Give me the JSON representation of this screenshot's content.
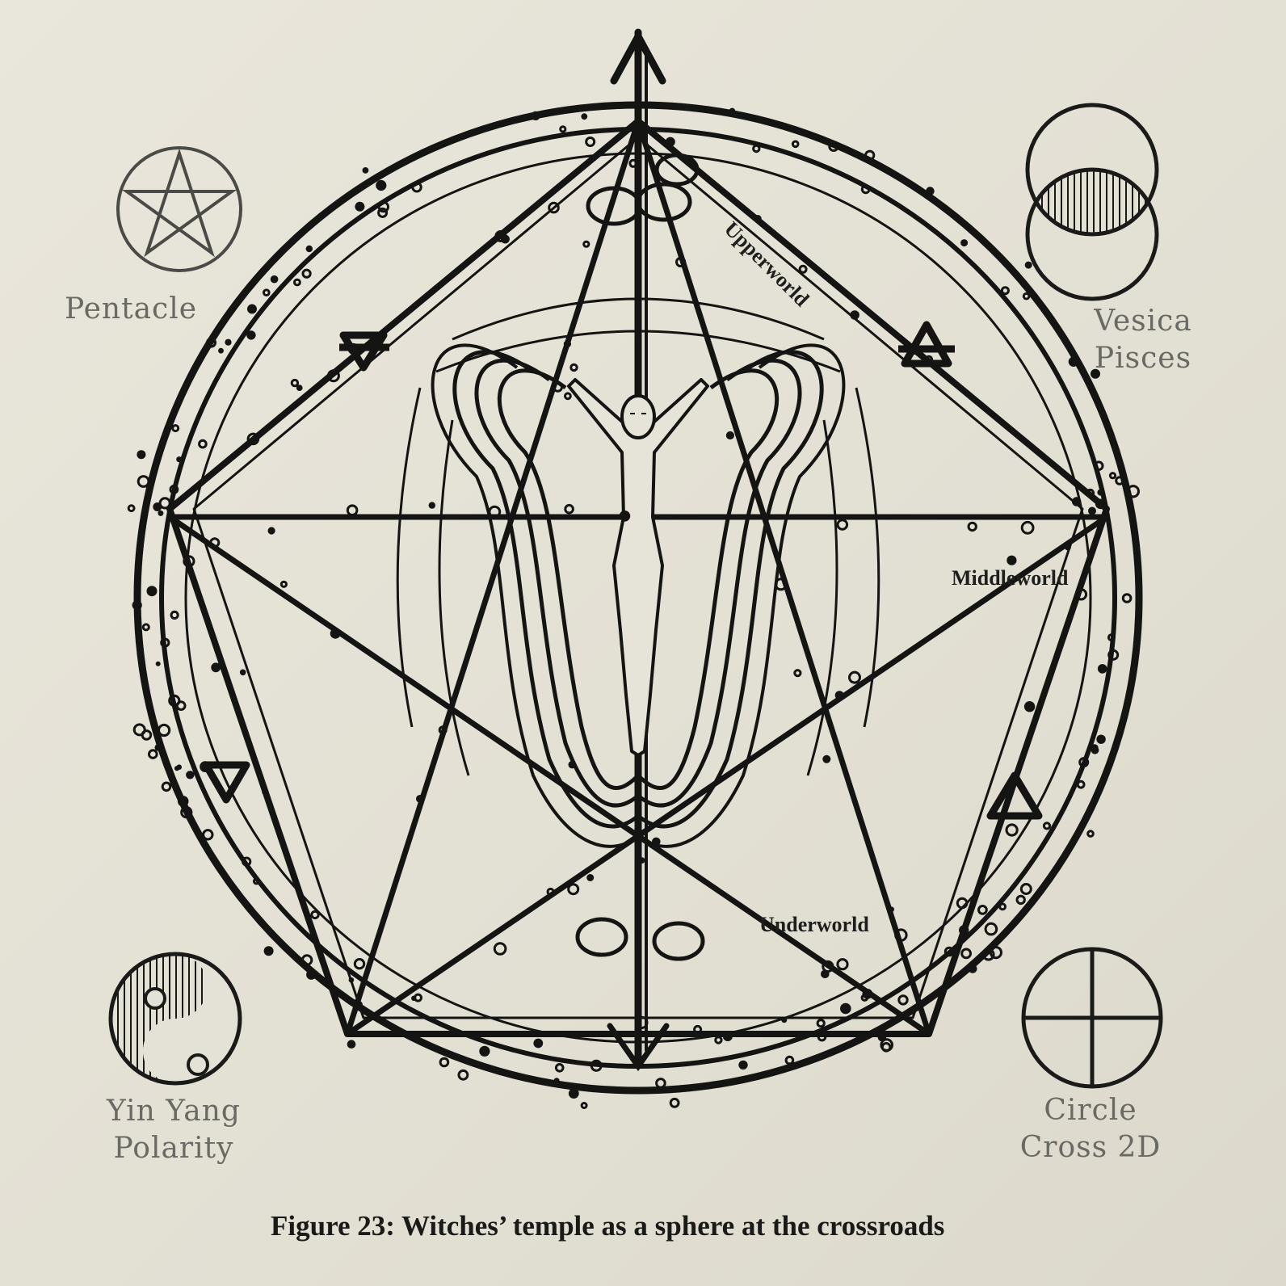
{
  "figure": {
    "caption": "Figure 23: Witches’ temple as a sphere at the crossroads"
  },
  "realms": {
    "upper": "Upperworld",
    "middle": "Middleworld",
    "under": "Underworld"
  },
  "symbols": {
    "pentacle": {
      "label": "Pentacle",
      "icon": "pentacle-icon"
    },
    "vesica": {
      "label_line1": "Vesica",
      "label_line2": "Pisces",
      "icon": "vesica-piscis-icon"
    },
    "yinyang": {
      "label_line1": "Yin Yang",
      "label_line2": "Polarity",
      "icon": "yin-yang-icon"
    },
    "circlecross": {
      "label_line1": "Circle",
      "label_line2": "Cross 2D",
      "icon": "circle-cross-icon"
    }
  },
  "elements": [
    {
      "name": "earth",
      "icon": "earth-symbol-icon"
    },
    {
      "name": "air",
      "icon": "air-symbol-icon"
    },
    {
      "name": "water",
      "icon": "water-symbol-icon"
    },
    {
      "name": "fire",
      "icon": "fire-symbol-icon"
    }
  ],
  "colors": {
    "ink": "#1a1a18",
    "paper": "#e6e3d8",
    "label_gray": "#6a6a64"
  }
}
